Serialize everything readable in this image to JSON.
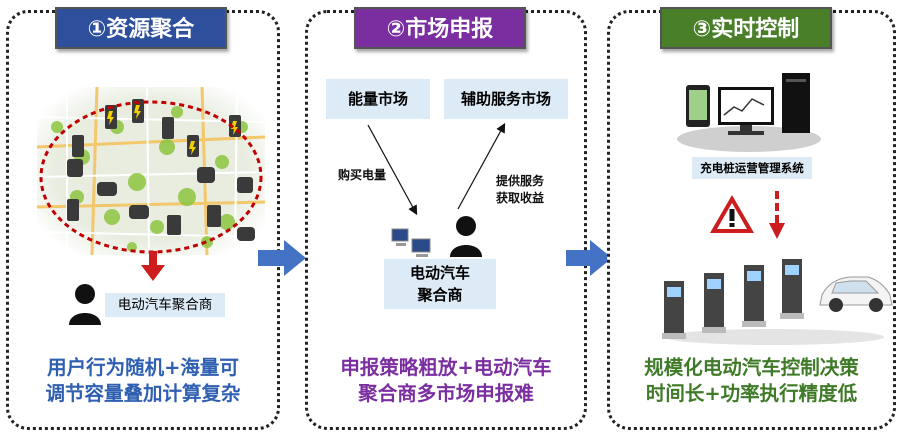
{
  "panels": [
    {
      "tab": "①资源聚合",
      "tab_color": "#2e4f9b",
      "aggregator_label": "电动汽车聚合商",
      "bottom_line1": "用户行为随机+海量可",
      "bottom_line2": "调节容量叠加计算复杂",
      "bottom_color": "#2f5fb0"
    },
    {
      "tab": "②市场申报",
      "tab_color": "#7a2ea0",
      "energy_market": "能量市场",
      "ancillary_market": "辅助服务市场",
      "buy_label": "购买电量",
      "provide_line1": "提供服务",
      "provide_line2": "获取收益",
      "aggregator_line1": "电动汽车",
      "aggregator_line2": "聚合商",
      "bottom_line1": "申报策略粗放+电动汽车",
      "bottom_line2": "聚合商多市场申报难",
      "bottom_color": "#7a2ea0"
    },
    {
      "tab": "③实时控制",
      "tab_color": "#4a7f2a",
      "system_label": "充电桩运营管理系统",
      "bottom_line1": "规模化电动汽车控制决策",
      "bottom_line2": "时间长+功率执行精度低",
      "bottom_color": "#3e7a27"
    }
  ],
  "colors": {
    "flow_arrow": "#4472c4",
    "down_arrow": "#cc1e1e",
    "ellipse": "#c00000"
  }
}
